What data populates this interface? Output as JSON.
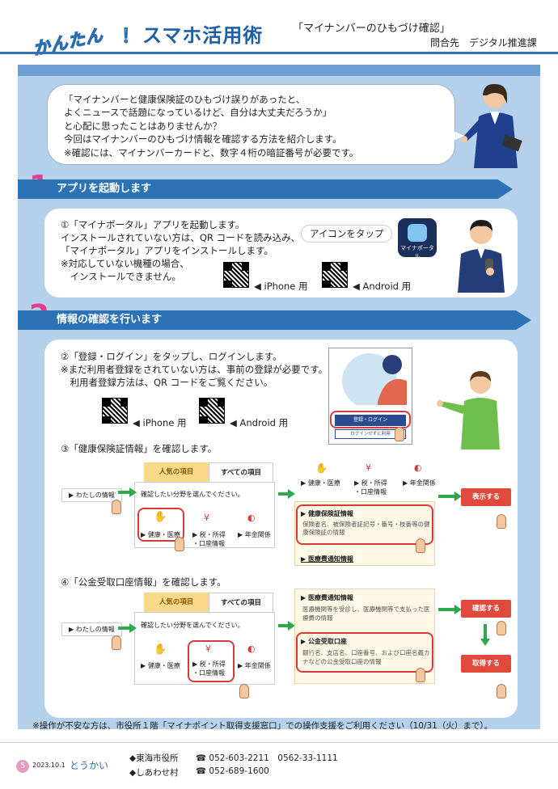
{
  "header": {
    "kantan": "かんたん",
    "excl": "！",
    "title": "スマホ活用術",
    "subtitle": "「マイナンバーのひもづけ確認」",
    "dept": "問合先　デジタル推進課"
  },
  "intro": {
    "lines": [
      "「マイナンバーと健康保険証のひもづけ誤りがあったと、",
      "よくニュースで話題になっているけど、自分は大丈夫だろうか」",
      "と心配に思ったことはありませんか？",
      "今回はマイナンバーのひもづけ情報を確認する方法を紹介します。",
      "※確認には、マイナンバーカードと、数字４桁の暗証番号が必要です。"
    ]
  },
  "step1": {
    "num": "1",
    "title": "アプリを起動します",
    "lines": [
      "①「マイナポータル」アプリを起動します。",
      "インストールされていない方は、QR コードを読み込み、",
      "「マイナポータル」アプリをインストールします。",
      "※対応していない機種の場合、",
      "　インストールできません。"
    ],
    "tap_label": "アイコンをタップ",
    "app_name": "マイナポータル",
    "qr_iphone": "◀ iPhone 用",
    "qr_android": "◀ Android 用"
  },
  "step2": {
    "num": "2",
    "title": "情報の確認を行います",
    "lines": [
      "②「登録・ログイン」をタップし、ログインします。",
      "※まだ利用者登録をされていない方は、事前の登録が必要です。",
      "　利用者登録方法は、QR コードをご覧ください。"
    ],
    "qr_iphone": "◀ iPhone 用",
    "qr_android": "◀ Android 用",
    "phone_login": "登録・ログイン",
    "phone_nologin": "ログインせずに利用"
  },
  "step3": {
    "title": "③「健康保険証情報」を確認します。",
    "tab_popular": "人気の項目",
    "tab_all": "すべての項目",
    "my_info": "わたしの情報",
    "prompt": "確認したい分野を選んでください。",
    "cat_health": "健康・医療",
    "cat_tax": "税・所得",
    "cat_tax2": "・口座情報",
    "cat_pension": "年金関係",
    "result_title": "健康保険証情報",
    "result_desc": "保険者名、被保険者証記号・番号・枝番等の健康保険証の情報",
    "result_link": "医療費通知情報",
    "btn_show": "表示する"
  },
  "step4": {
    "title": "④「公金受取口座情報」を確認します。",
    "tab_popular": "人気の項目",
    "tab_all": "すべての項目",
    "my_info": "わたしの情報",
    "prompt": "確認したい分野を選んでください。",
    "cat_health": "健康・医療",
    "cat_tax": "税・所得",
    "cat_tax2": "・口座情報",
    "cat_pension": "年金関係",
    "item1_title": "医療費通知情報",
    "item1_desc": "医療機関等を受診し、医療機関等で支払った医療費の情報",
    "item2_title": "公金受取口座",
    "item2_desc": "銀行名、支店名、口座番号、および口座名義カナなどの公金受取口座の情報",
    "btn_confirm": "確認する",
    "btn_get": "取得する"
  },
  "note": "※操作が不安な方は、市役所１階「マイナポイント取得支援窓口」での操作支援をご利用ください（10/31（火）まで）。",
  "footer": {
    "page": "5",
    "date": "2023.10.1",
    "mag": "とうかい",
    "office1": "◆東海市役所",
    "tel1": "☎ 052-603-2211　0562-33-1111",
    "office2": "◆しあわせ村",
    "tel2": "☎ 052-689-1600"
  },
  "colors": {
    "primary": "#2d72b5",
    "accent": "#e63c8c",
    "button": "#e04a3c",
    "arrow": "#2fa84b"
  }
}
